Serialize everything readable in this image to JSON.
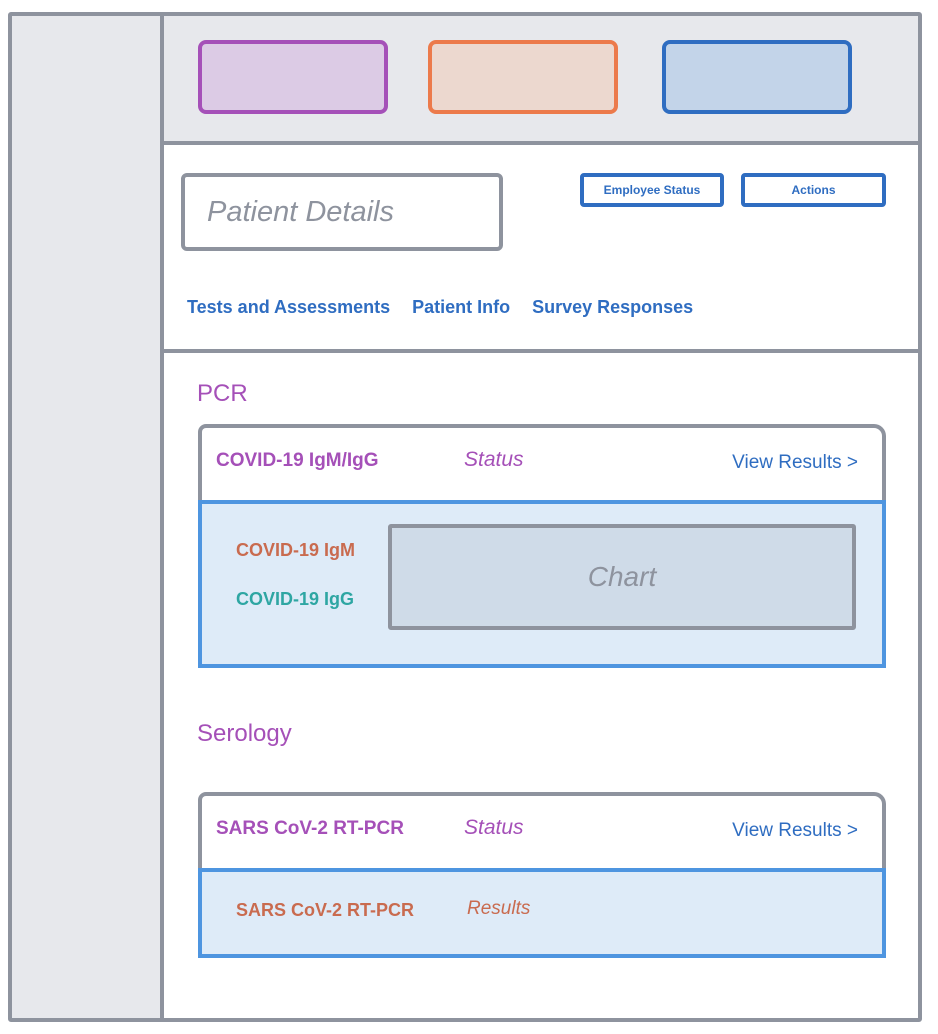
{
  "header": {
    "title": "Patient Details",
    "buttons": {
      "employee_status": "Employee Status",
      "actions": "Actions"
    },
    "tabs": [
      "Tests and Assessments",
      "Patient Info",
      "Survey Responses"
    ]
  },
  "colors": {
    "accent_purple": "#a550b8",
    "accent_orange": "#ec7a4b",
    "accent_blue": "#2f6dc1",
    "igm_color": "#c96b4f",
    "igg_color": "#2ea6a3",
    "border_gray": "#8e939e"
  },
  "sections": [
    {
      "title": "PCR",
      "test": {
        "name": "COVID-19 IgM/IgG",
        "status": "Status",
        "link": "View Results >",
        "labels": [
          "COVID-19 IgM",
          "COVID-19 IgG"
        ],
        "chart_label": "Chart"
      }
    },
    {
      "title": "Serology",
      "test": {
        "name": "SARS CoV-2 RT-PCR",
        "status": "Status",
        "link": "View Results >",
        "labels": [
          "SARS CoV-2 RT-PCR"
        ],
        "results_label": "Results"
      }
    }
  ]
}
